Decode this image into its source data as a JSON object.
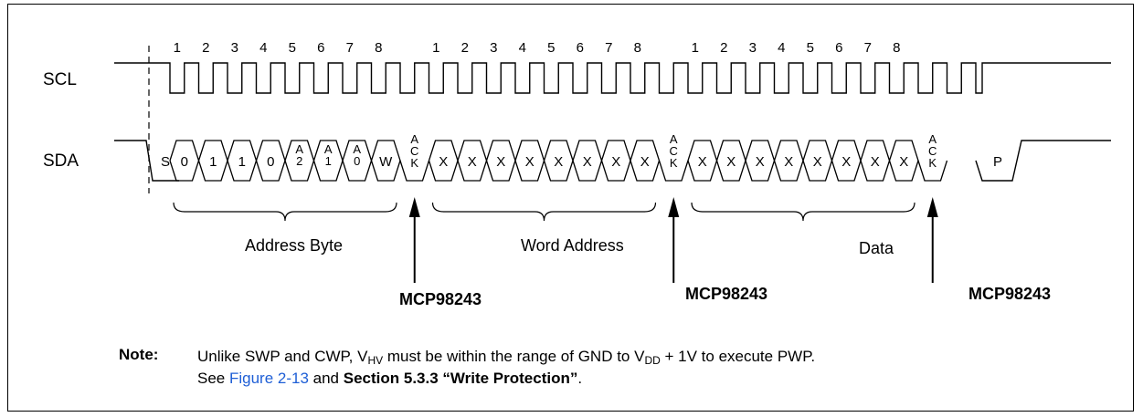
{
  "signals": {
    "scl": "SCL",
    "sda": "SDA"
  },
  "clock_numbers": [
    "1",
    "2",
    "3",
    "4",
    "5",
    "6",
    "7",
    "8"
  ],
  "frames": [
    {
      "name": "address-byte",
      "bits": [
        "0",
        "1",
        "1",
        "0",
        "A 2",
        "A 1",
        "A 0",
        "W"
      ],
      "label": "Address Byte",
      "ack_by": "MCP98243"
    },
    {
      "name": "word-address",
      "bits": [
        "X",
        "X",
        "X",
        "X",
        "X",
        "X",
        "X",
        "X"
      ],
      "label": "Word Address",
      "ack_by": "MCP98243"
    },
    {
      "name": "data",
      "bits": [
        "X",
        "X",
        "X",
        "X",
        "X",
        "X",
        "X",
        "X"
      ],
      "label": "Data",
      "ack_by": "MCP98243"
    }
  ],
  "start_label": "S",
  "stop_label": "P",
  "ack_label": "A C K",
  "note": {
    "label": "Note:",
    "line1_a": "Unlike SWP and CWP,  V",
    "line1_sub1": "HV",
    "line1_b": " must be within the range of GND to V",
    "line1_sub2": "DD",
    "line1_c": " + 1V  to execute PWP.",
    "line2_a": "See ",
    "line2_link": "Figure 2-13",
    "line2_b": " and ",
    "line2_bold": "Section 5.3.3 “Write Protection”",
    "line2_c": "."
  },
  "colors": {
    "line": "#000000",
    "link": "#1f5fd6"
  }
}
